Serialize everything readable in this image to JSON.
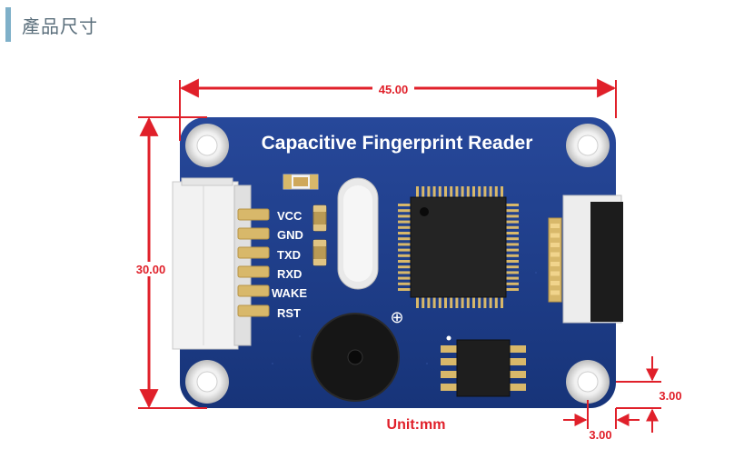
{
  "header": {
    "title": "產品尺寸"
  },
  "board": {
    "title": "Capacitive Fingerprint Reader",
    "pins": [
      "VCC",
      "GND",
      "TXD",
      "RXD",
      "WAKE",
      "RST"
    ],
    "plus_symbol": "⊕"
  },
  "dimensions": {
    "width": "45.00",
    "height": "30.00",
    "hole_offset_x": "3.00",
    "hole_offset_y": "3.00",
    "unit": "Unit:mm"
  },
  "colors": {
    "board": "#1d3d8a",
    "dimension": "#e0202a",
    "pad": "#d8b86a"
  }
}
